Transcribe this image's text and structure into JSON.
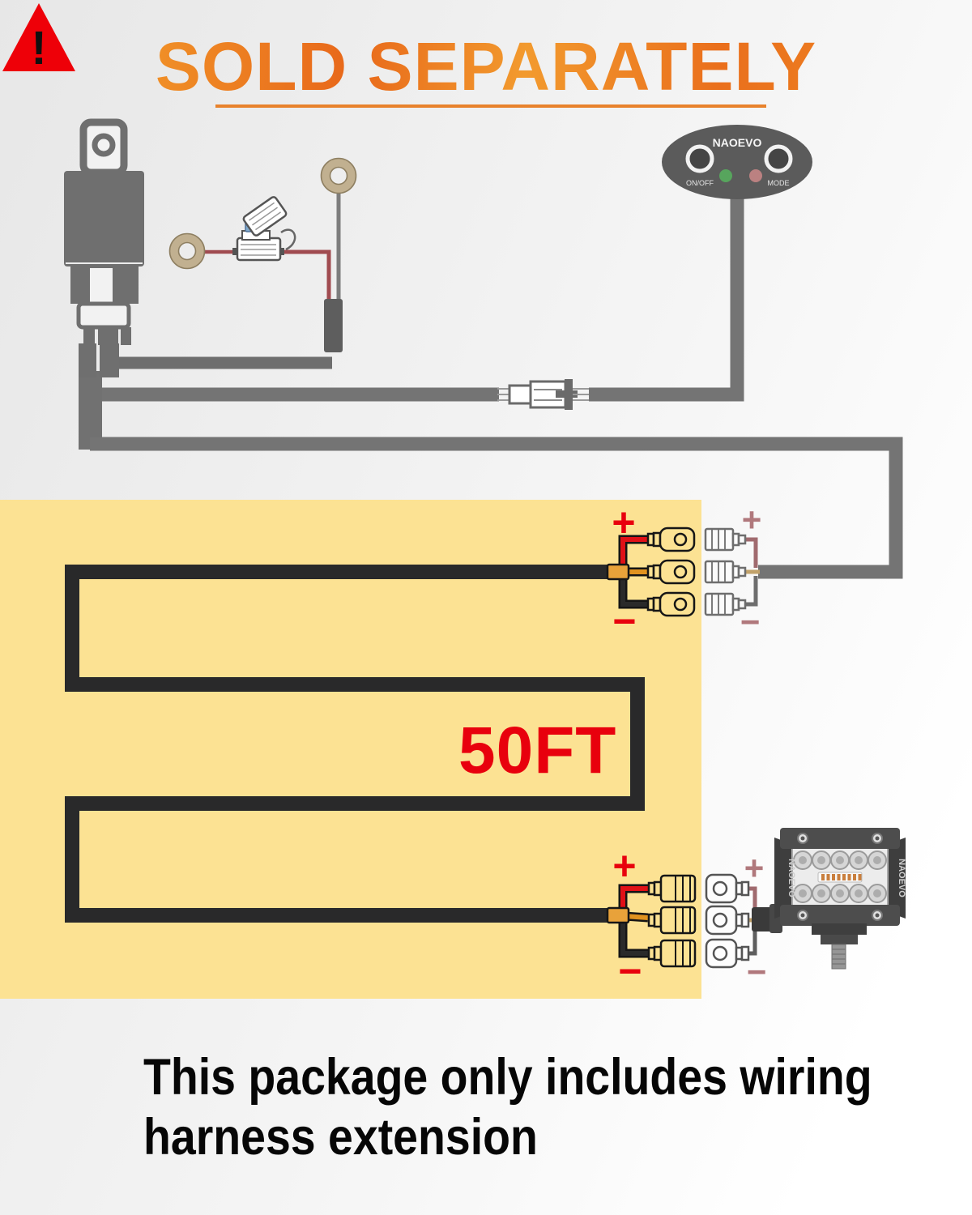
{
  "title": {
    "text": "SOLD SEPARATELY"
  },
  "panel": {
    "length_label": "50FT"
  },
  "switch_pod": {
    "brand": "NAOEVO",
    "left_button_label": "ON/OFF",
    "right_button_label": "MODE"
  },
  "led_light": {
    "brand": "NAOEVO"
  },
  "polarity": {
    "plus": "+",
    "minus": "−"
  },
  "warning": {
    "exclamation": "!",
    "line1": "This package only includes wiring",
    "line2": "harness extension"
  },
  "icons": {
    "relay": "relay-icon",
    "ring_terminal": "ring-terminal-icon",
    "fuse_holder": "fuse-holder-icon",
    "inline_connector": "bullet-connector-icon",
    "switch": "switch-pod-icon",
    "led_pod": "led-light-pod-icon",
    "warning": "warning-triangle-icon"
  },
  "colors": {
    "accent_orange": "#ee7a1d",
    "alert_red": "#e8000d",
    "muted_rose": "#b0787c",
    "panel_yellow": "#fce293",
    "wire_gray": "#747474",
    "cable_black": "#29292a",
    "terminal_tan": "#c1b090",
    "fuse_blue": "#7fa9cc",
    "wire_orange": "#e0921f",
    "wire_red": "#e01117"
  }
}
